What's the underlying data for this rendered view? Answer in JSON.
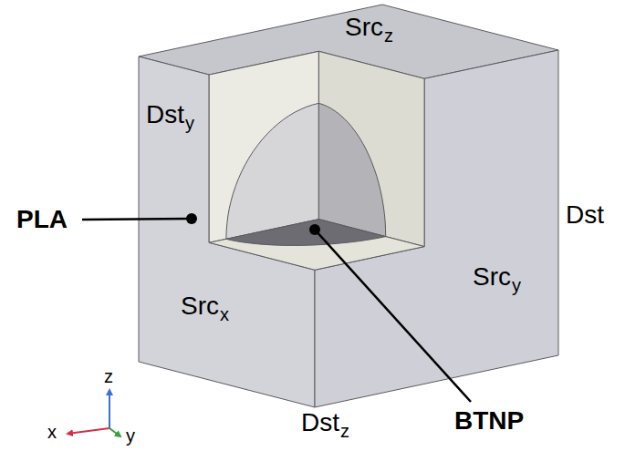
{
  "diagram": {
    "labels": [
      "Src",
      "z",
      "Dst",
      "y",
      "PLA",
      "Dst",
      "Src",
      "y",
      "Src",
      "x",
      "BTNP",
      "Dst",
      "z",
      "z",
      "x",
      "y"
    ]
  }
}
